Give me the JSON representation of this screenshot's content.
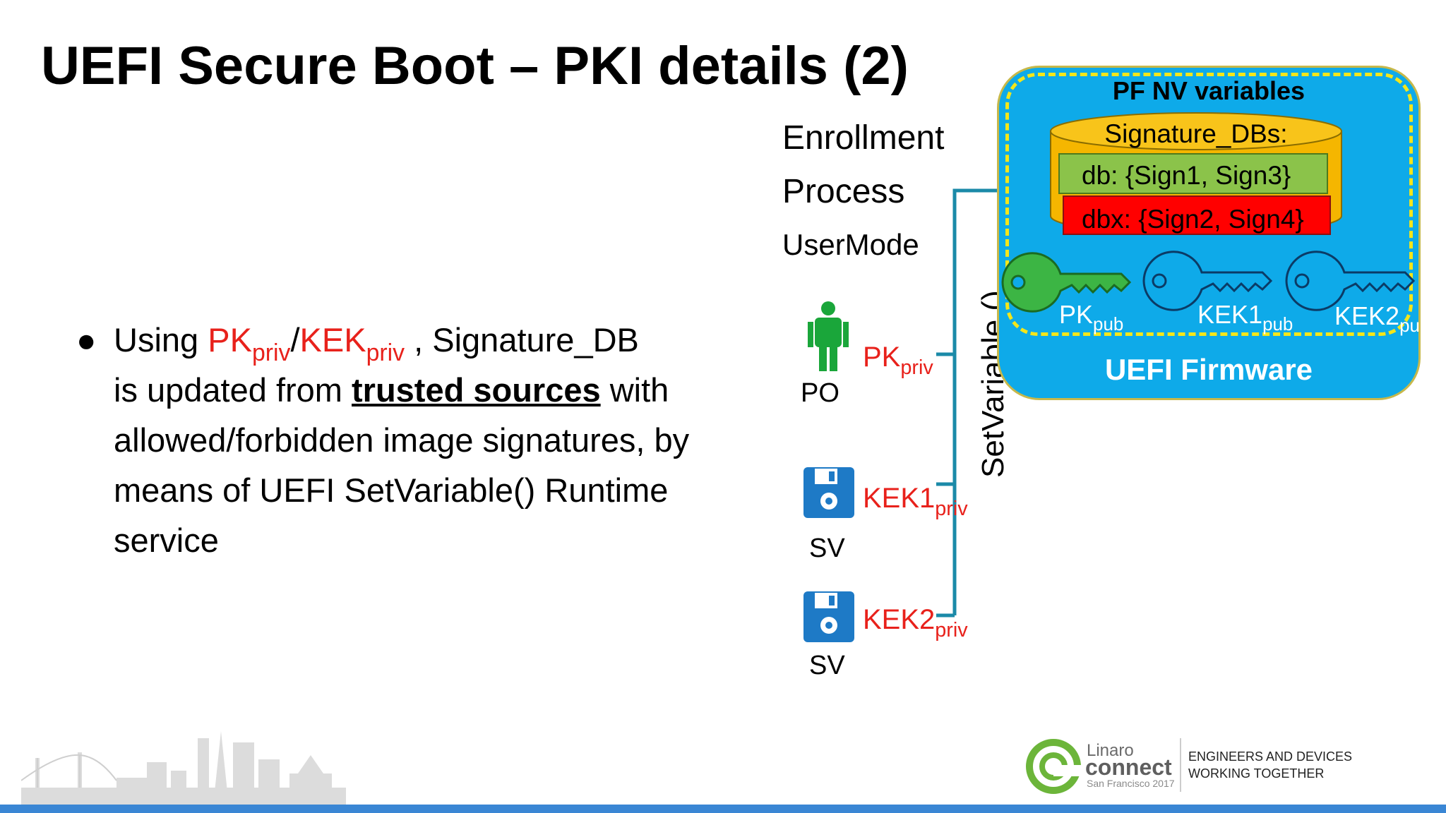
{
  "slide": {
    "title": "UEFI Secure Boot – PKI details (2)",
    "bullet": {
      "marker": "●",
      "using": "Using ",
      "pk": "PK",
      "priv": "priv",
      "slash": "/",
      "kek": "KEK",
      "after_keys": " , Signature_DB",
      "line2_prefix": "is updated from ",
      "trusted": "trusted sources",
      "rest": "with allowed/forbidden image signatures, by means of UEFI SetVariable() Runtime service"
    }
  },
  "diagram": {
    "enrollment": "Enrollment",
    "process": "Process",
    "usermode": "UserMode",
    "setvariable": "SetVariable ()",
    "actors": [
      {
        "role": "PO",
        "key": "PK",
        "sub": "priv",
        "icon": "person-icon"
      },
      {
        "role": "SV",
        "key": "KEK1",
        "sub": "priv",
        "icon": "floppy-disk-icon"
      },
      {
        "role": "SV",
        "key": "KEK2",
        "sub": "priv",
        "icon": "floppy-disk-icon"
      }
    ],
    "firmware": {
      "nv_title": "PF NV variables",
      "db_title": "Signature_DBs:",
      "db": "db: {Sign1, Sign3}",
      "dbx": "dbx: {Sign2, Sign4}",
      "keys": [
        {
          "name": "PK",
          "sub": "pub",
          "color": "#3cb544"
        },
        {
          "name": "KEK1",
          "sub": "pub",
          "color": "#0eaae9"
        },
        {
          "name": "KEK2",
          "sub": "pub",
          "color": "#0eaae9"
        }
      ],
      "label": "UEFI Firmware"
    },
    "colors": {
      "firmware_bg": "#0eaae9",
      "dashed_border": "#f4e61a",
      "db_green": "#8bc34a",
      "dbx_red": "#ff0000",
      "cylinder_yellow": "#f5b600",
      "connector": "#1b8aa8",
      "priv_text": "#e8211b"
    }
  },
  "footer": {
    "brand_line1": "Linaro",
    "brand_line2": "connect",
    "location": "San Francisco 2017",
    "slogan_line1": "ENGINEERS AND DEVICES",
    "slogan_line2": "WORKING TOGETHER"
  }
}
